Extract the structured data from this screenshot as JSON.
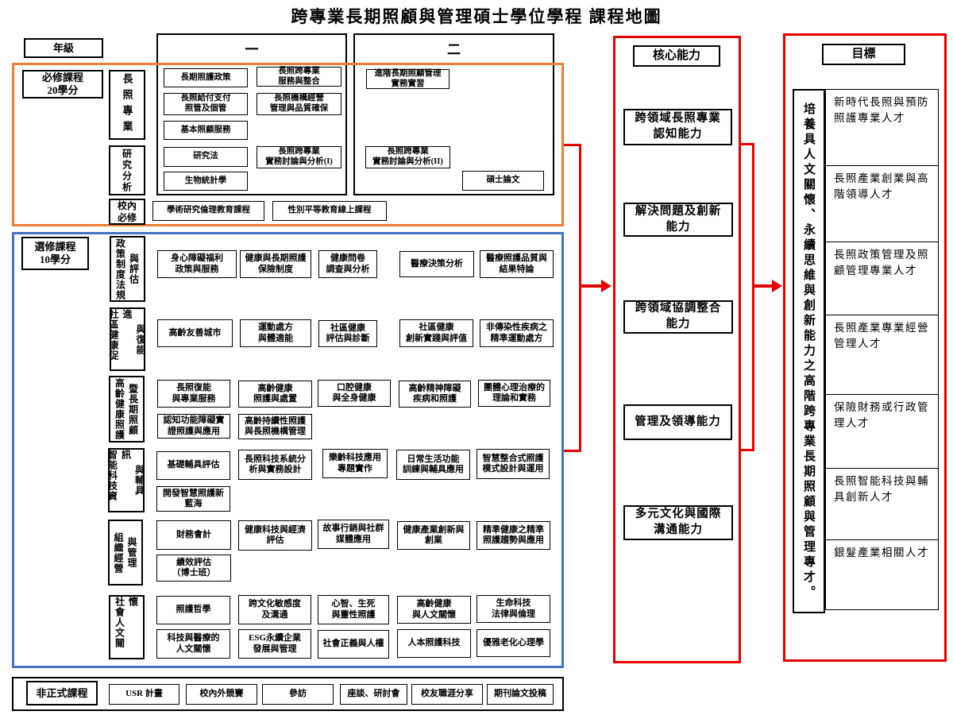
{
  "title": "跨專業長期照顧與管理碩士學位學程 課程地圖",
  "colors": {
    "required_frame": "#ed7d31",
    "elective_frame": "#4472c4",
    "flow_red": "#e60000"
  },
  "grade": {
    "label": "年級",
    "year1": "一",
    "year2": "二"
  },
  "required": {
    "heading": "必修課程\n20學分",
    "cat_pro": "長照專業",
    "cat_research": "研究分析",
    "cat_school": "校內\n必修",
    "year1_col1": [
      "長期照護政策",
      "長照給付支付\n照管及個管",
      "基本照顧服務",
      "研究法",
      "生物統計學"
    ],
    "year1_col2": [
      "長照跨專業\n服務與整合",
      "長照機構經營\n管理與品質確保",
      "長照跨專業\n實務討論與分析(I)"
    ],
    "year2": [
      "進階長期照顧管理\n實務實習",
      "長照跨專業\n實務討論與分析(II)",
      "碩士論文"
    ],
    "school_required": [
      "學術研究倫理教育課程",
      "性別平等教育線上課程"
    ]
  },
  "electives": {
    "heading": "選修課程\n10學分",
    "rows": [
      {
        "cat_main": "政策制度法規",
        "cat_sub": "與評估",
        "line1": [
          "身心障礙福利\n政策與服務",
          "健康與長期照護\n保險制度",
          "健康問卷\n調查與分析",
          "醫療決策分析",
          "醫療照護品質與\n結果特論"
        ],
        "line2": []
      },
      {
        "cat_main": "社區健康促進",
        "cat_sub": "與復能",
        "line1": [
          "高齡友善城市",
          "運動處方\n與體適能",
          "社區健康\n評估與診斷",
          "社區健康\n創新實踐與評值",
          "非傳染性疾病之\n精準運動處方"
        ],
        "line2": []
      },
      {
        "cat_main": "高齡健康照護",
        "cat_sub": "暨長期照顧",
        "line1": [
          "長照復能\n與專業服務",
          "高齡健康\n照護與處置",
          "口腔健康\n與全身健康",
          "高齡精神障礙\n疾病和照護",
          "團體心理治療的\n理論和實務"
        ],
        "line2": [
          "認知功能障礙實\n證照護與應用",
          "高齡持續性照護\n與長照機構管理"
        ]
      },
      {
        "cat_main": "智能科技資訊",
        "cat_sub": "與輔具",
        "line1": [
          "基礎輔具評估",
          "長照科技系統分\n析與實務設計",
          "樂齡科技應用\n專題實作",
          "日常生活功能\n訓練與輔具應用",
          "智慧整合式照護\n模式設計與運用"
        ],
        "line2": [
          "開發智慧照護新\n藍海"
        ]
      },
      {
        "cat_main": "組織經營",
        "cat_sub": "與管理",
        "line1": [
          "財務會計",
          "健康科技與經濟\n評估",
          "故事行銷與社群\n媒體應用",
          "健康產業創新與\n創業",
          "精準健康之精準\n照護趨勢與應用"
        ],
        "line2": [
          "績效評估\n（博士班）"
        ]
      },
      {
        "cat_main": "社會人文關懷",
        "cat_sub": "",
        "line1": [
          "照護哲學",
          "跨文化敏感度\n及溝通",
          "心智、生死\n與靈性照護",
          "高齡健康\n與人文關懷",
          "生命科技\n法律與倫理"
        ],
        "line2": [
          "科技與醫療的\n人文關懷",
          "ESG永續企業\n發展與管理",
          "社會正義與人權",
          "人本照護科技",
          "優雅老化心理學"
        ]
      }
    ]
  },
  "competencies": {
    "heading": "核心能力",
    "items": [
      "跨領域長照專業\n認知能力",
      "解決問題及創新\n能力",
      "跨領域協調整合\n能力",
      "管理及領導能力",
      "多元文化與國際\n溝通能力"
    ]
  },
  "goals": {
    "heading": "目標",
    "vertical_statement": "培養具人文關懷、永續思維與創新能力之高階跨專業長期照顧與管理專才。",
    "items": [
      "新時代長照與預防照護專業人才",
      "長照產業創業與高階領導人才",
      "長照政策管理及照顧管理專業人才",
      "長照產業專業經營管理人才",
      "保險財務或行政管理人才",
      "長照智能科技與輔具創新人才",
      "銀髮產業相關人才"
    ]
  },
  "informal": {
    "heading": "非正式課程",
    "items": [
      "USR 計畫",
      "校內外競賽",
      "參訪",
      "座談、研討會",
      "校友職涯分享",
      "期刊論文投稿"
    ]
  }
}
